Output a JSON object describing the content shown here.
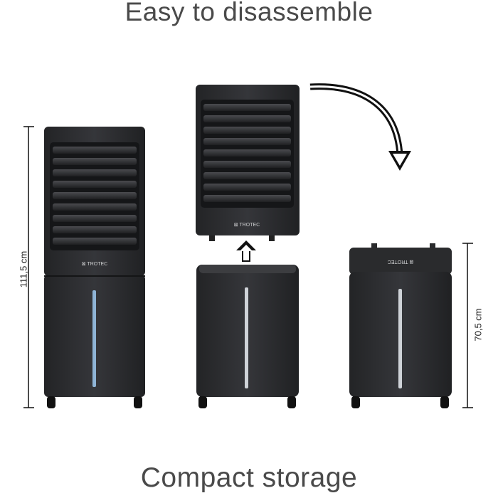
{
  "headings": {
    "top": "Easy to disassemble",
    "bottom": "Compact storage"
  },
  "dimensions": {
    "full_height": "111,5 cm",
    "base_height": "70,5 cm"
  },
  "brand": {
    "logo_text": "TROTEC"
  },
  "colors": {
    "body": "#2c2d2f",
    "body_dark": "#1e1f21",
    "louver": "#3a3b3e",
    "water_indicator": "#8fb4d6",
    "arrow": "#111111"
  },
  "icons": {
    "lift_arrow": "arrow-up-icon",
    "move_arrow": "curved-arrow-down-icon"
  }
}
